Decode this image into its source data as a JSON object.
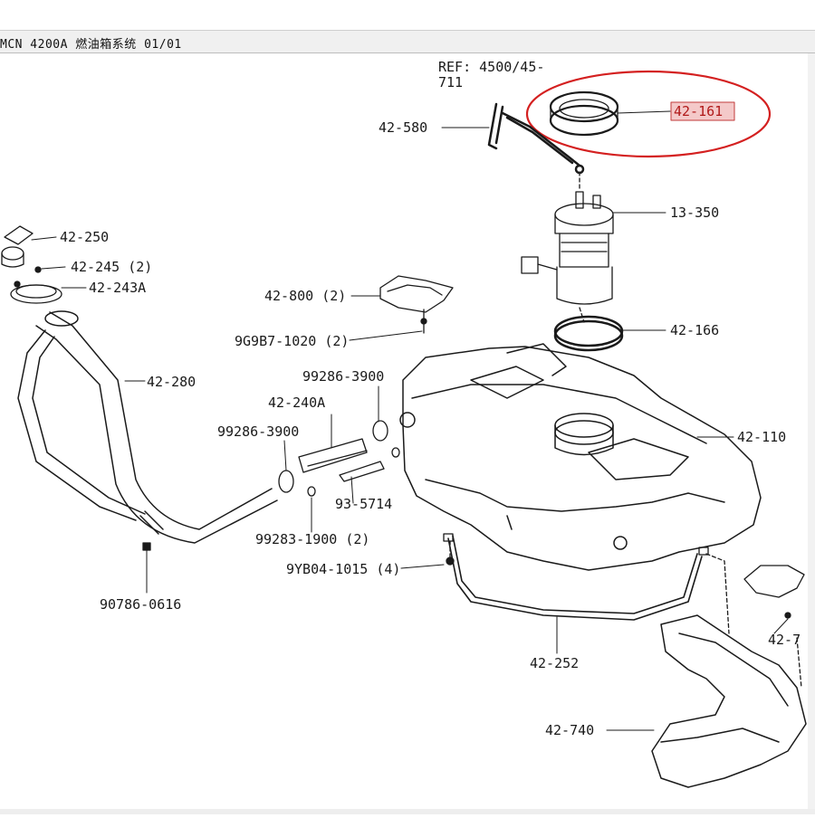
{
  "window": {
    "title": "MCN 4200A 燃油箱系统 01/01"
  },
  "diagram": {
    "highlight_color": "#d42020",
    "selected_part": "42-161",
    "labels": {
      "ref": "REF: 4500/45-",
      "ref2": "711",
      "p42_161": "42-161",
      "p42_580": "42-580",
      "p13_350": "13-350",
      "p42_250": "42-250",
      "p42_245": "42-245 (2)",
      "p42_243a": "42-243A",
      "p42_800": "42-800 (2)",
      "p9g9b7": "9G9B7-1020 (2)",
      "p42_166": "42-166",
      "p42_280": "42-280",
      "p99286_a": "99286-3900",
      "p42_240a": "42-240A",
      "p99286_b": "99286-3900",
      "p42_110": "42-110",
      "p93_5714": "93-5714",
      "p99283": "99283-1900 (2)",
      "p9yb04": "9YB04-1015 (4)",
      "p90786": "90786-0616",
      "p42_7": "42-7",
      "p42_252": "42-252",
      "p42_740": "42-740"
    }
  }
}
